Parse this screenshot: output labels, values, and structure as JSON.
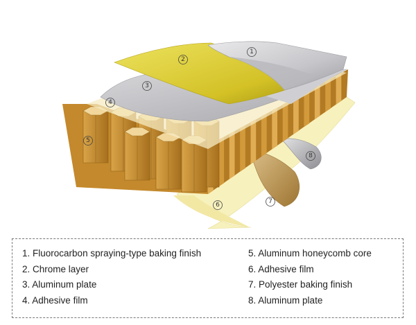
{
  "diagram": {
    "markers": [
      "1",
      "2",
      "3",
      "4",
      "5",
      "6",
      "7",
      "8"
    ],
    "colors": {
      "silver": "#c9c9cc",
      "chrome_yellow": "#d4c227",
      "aluminum": "#b4b4b8",
      "adhesive": "#f6efb6",
      "honeycomb": "#c08a2c",
      "honeycomb_dark": "#8d5f17",
      "honeycomb_light": "#dfb15c",
      "polyester": "#c49a4a"
    }
  },
  "legend": {
    "left": [
      {
        "num": "1.",
        "label": "Fluorocarbon spraying-type baking finish"
      },
      {
        "num": "2.",
        "label": "Chrome layer"
      },
      {
        "num": "3.",
        "label": "Aluminum plate"
      },
      {
        "num": "4.",
        "label": "Adhesive film"
      }
    ],
    "right": [
      {
        "num": "5.",
        "label": "Aluminum honeycomb core"
      },
      {
        "num": "6.",
        "label": "Adhesive film"
      },
      {
        "num": "7.",
        "label": "Polyester baking finish"
      },
      {
        "num": "8.",
        "label": "Aluminum plate"
      }
    ]
  }
}
